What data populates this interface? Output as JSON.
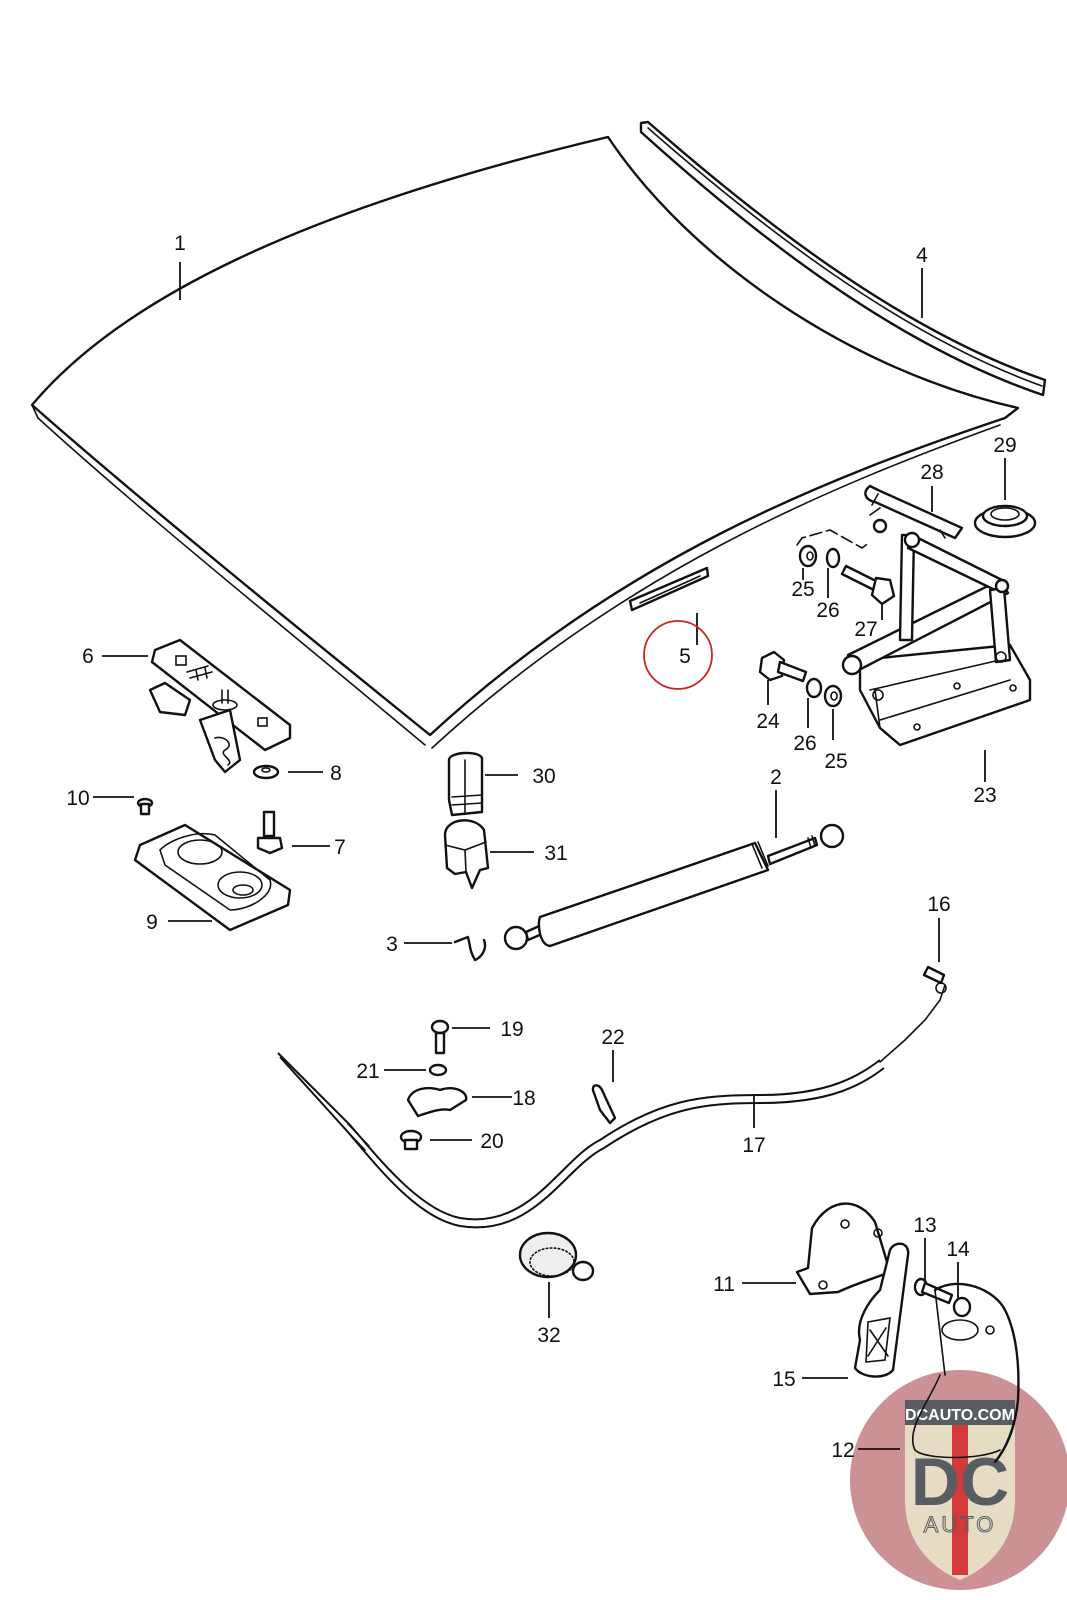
{
  "diagram": {
    "title": "Front hood / bonnet assembly exploded parts diagram",
    "highlight_color": "#cc2222",
    "highlighted_part": "5",
    "callouts": [
      {
        "id": "1",
        "text": "1",
        "part": "hood-panel"
      },
      {
        "id": "2",
        "text": "2",
        "part": "gas-strut"
      },
      {
        "id": "3",
        "text": "3",
        "part": "strut-retaining-clip"
      },
      {
        "id": "4",
        "text": "4",
        "part": "hood-seal-strip"
      },
      {
        "id": "5",
        "text": "5",
        "part": "hood-trim-strip"
      },
      {
        "id": "6",
        "text": "6",
        "part": "hood-lock"
      },
      {
        "id": "7",
        "text": "7",
        "part": "lock-bolt"
      },
      {
        "id": "8",
        "text": "8",
        "part": "washer"
      },
      {
        "id": "9",
        "text": "9",
        "part": "lock-base-plate"
      },
      {
        "id": "10",
        "text": "10",
        "part": "rivet"
      },
      {
        "id": "11",
        "text": "11",
        "part": "release-bracket"
      },
      {
        "id": "12",
        "text": "12",
        "part": "cable-spring"
      },
      {
        "id": "13",
        "text": "13",
        "part": "screw"
      },
      {
        "id": "14",
        "text": "14",
        "part": "washer"
      },
      {
        "id": "15",
        "text": "15",
        "part": "release-lever"
      },
      {
        "id": "16",
        "text": "16",
        "part": "cable-nipple"
      },
      {
        "id": "17",
        "text": "17",
        "part": "release-cable"
      },
      {
        "id": "18",
        "text": "18",
        "part": "cable-clamp"
      },
      {
        "id": "19",
        "text": "19",
        "part": "clamp-screw"
      },
      {
        "id": "20",
        "text": "20",
        "part": "grommet"
      },
      {
        "id": "21",
        "text": "21",
        "part": "lock-washer"
      },
      {
        "id": "22",
        "text": "22",
        "part": "cable-clip"
      },
      {
        "id": "23",
        "text": "23",
        "part": "hood-hinge"
      },
      {
        "id": "24",
        "text": "24",
        "part": "hinge-bolt"
      },
      {
        "id": "25",
        "text": "25",
        "part": "washer"
      },
      {
        "id": "26",
        "text": "26",
        "part": "spring-washer"
      },
      {
        "id": "27",
        "text": "27",
        "part": "hinge-bolt"
      },
      {
        "id": "28",
        "text": "28",
        "part": "hinge-spring-clip"
      },
      {
        "id": "29",
        "text": "29",
        "part": "rubber-grommet"
      },
      {
        "id": "30",
        "text": "30",
        "part": "buffer-cap"
      },
      {
        "id": "31",
        "text": "31",
        "part": "buffer-holder"
      },
      {
        "id": "32",
        "text": "32",
        "part": "release-knob"
      }
    ],
    "second_callouts": {
      "25b": "25",
      "26b": "26"
    },
    "watermark": {
      "site": "DCAUTO.COM",
      "mark": "DC",
      "sub": "AUTO",
      "bg_color": "#c8888c",
      "shield_color": "#e6dcc4",
      "mark_color": "#5a5c63",
      "stripe_color": "#d43a3a"
    }
  }
}
